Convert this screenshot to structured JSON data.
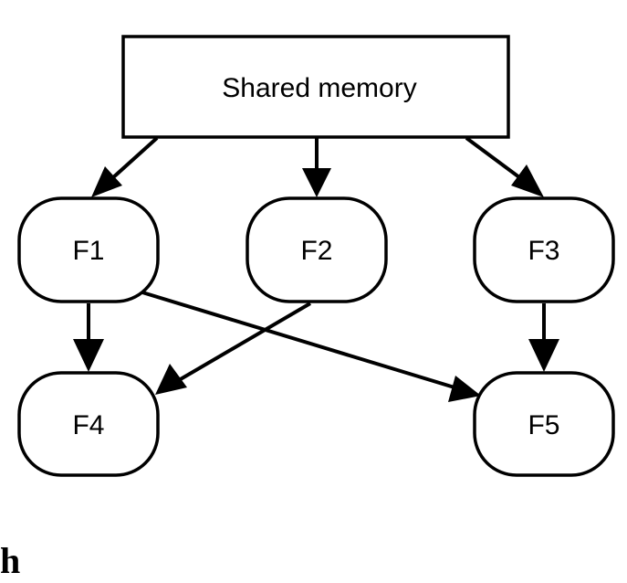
{
  "diagram": {
    "nodes": {
      "shared_memory": {
        "label": "Shared memory"
      },
      "f1": {
        "label": "F1"
      },
      "f2": {
        "label": "F2"
      },
      "f3": {
        "label": "F3"
      },
      "f4": {
        "label": "F4"
      },
      "f5": {
        "label": "F5"
      }
    },
    "edges": [
      {
        "from": "Shared memory",
        "to": "F1"
      },
      {
        "from": "Shared memory",
        "to": "F2"
      },
      {
        "from": "Shared memory",
        "to": "F3"
      },
      {
        "from": "F1",
        "to": "F4"
      },
      {
        "from": "F1",
        "to": "F5"
      },
      {
        "from": "F2",
        "to": "F4"
      },
      {
        "from": "F3",
        "to": "F5"
      }
    ],
    "panel_label": "h",
    "colors": {
      "stroke": "#000000",
      "fill": "#ffffff"
    }
  }
}
